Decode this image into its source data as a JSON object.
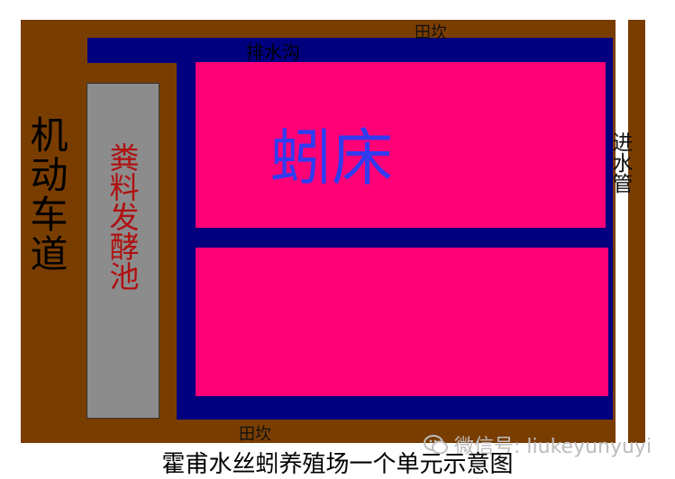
{
  "diagram": {
    "left_label": "机动车道",
    "pit_label": "粪料发酵池",
    "bed_label": "蚓床",
    "drain_label": "排水沟",
    "ridge_top_label": "田坎",
    "ridge_bottom_label": "田坎",
    "pipe_label": "进水管",
    "caption": "霍甫水丝蚓养殖场一个单元示意图"
  },
  "watermark": {
    "text": "微信号: liukeyunyuyi",
    "icon": "wechat-icon"
  },
  "colors": {
    "soil": "#7a3d00",
    "drain": "#00007f",
    "bed": "#ff0077",
    "pit": "#8c8c8c",
    "bed_text": "#2f3cf0",
    "pit_text": "#b01010"
  }
}
